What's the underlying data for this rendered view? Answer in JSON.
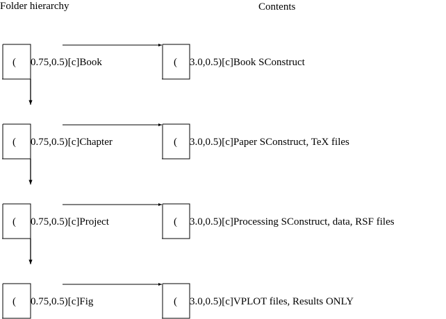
{
  "headers": {
    "left": "Folder hierarchy",
    "right": "Contents"
  },
  "rows": [
    {
      "box_left_glyph": "(",
      "left_label": "0.75,0.5)[c]Book",
      "box_right_glyph": "(",
      "right_label": "3.0,0.5)[c]Book SConstruct"
    },
    {
      "box_left_glyph": "(",
      "left_label": "0.75,0.5)[c]Chapter",
      "box_right_glyph": "(",
      "right_label": "3.0,0.5)[c]Paper SConstruct, TeX files"
    },
    {
      "box_left_glyph": "(",
      "left_label": "0.75,0.5)[c]Project",
      "box_right_glyph": "(",
      "right_label": "3.0,0.5)[c]Processing SConstruct, data, RSF files"
    },
    {
      "box_left_glyph": "(",
      "left_label": "0.75,0.5)[c]Fig",
      "box_right_glyph": "(",
      "right_label": "3.0,0.5)[c]VPLOT files, Results ONLY"
    }
  ]
}
